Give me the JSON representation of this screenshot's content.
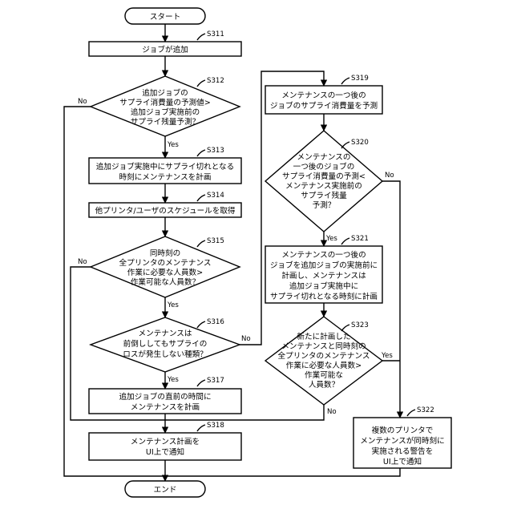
{
  "start": "スタート",
  "end": "エンド",
  "steps": {
    "s311": {
      "id": "S311",
      "lines": [
        "ジョブが追加"
      ]
    },
    "s312": {
      "id": "S312",
      "lines": [
        "追加ジョブの",
        "サプライ消費量の予測値>",
        "追加ジョブ実施前の",
        "サプライ残量予測？"
      ]
    },
    "s313": {
      "id": "S313",
      "lines": [
        "追加ジョブ実施中にサプライ切れとなる",
        "時刻にメンテナンスを計画"
      ]
    },
    "s314": {
      "id": "S314",
      "lines": [
        "他プリンタ/ユーザのスケジュールを取得"
      ]
    },
    "s315": {
      "id": "S315",
      "lines": [
        "同時刻の",
        "全プリンタのメンテナンス",
        "作業に必要な人員数>",
        "作業可能な人員数？"
      ]
    },
    "s316": {
      "id": "S316",
      "lines": [
        "メンテナンスは",
        "前倒ししてもサプライの",
        "ロスが発生しない種類？"
      ]
    },
    "s317": {
      "id": "S317",
      "lines": [
        "追加ジョブの直前の時間に",
        "メンテナンスを計画"
      ]
    },
    "s318": {
      "id": "S318",
      "lines": [
        "メンテナンス計画を",
        "UI上で通知"
      ]
    },
    "s319": {
      "id": "S319",
      "lines": [
        "メンテナンスの一つ後の",
        "ジョブのサプライ消費量を予測"
      ]
    },
    "s320": {
      "id": "S320",
      "lines": [
        "メンテナンスの",
        "一つ後のジョブの",
        "サプライ消費量の予測<",
        "メンテナンス実施前の",
        "サプライ残量",
        "予測？"
      ]
    },
    "s321": {
      "id": "S321",
      "lines": [
        "メンテナンスの一つ後の",
        "ジョブを追加ジョブの実施前に",
        "計画し、メンテナンスは",
        "追加ジョブ実施中に",
        "サプライ切れとなる時刻に計画"
      ]
    },
    "s322": {
      "id": "S322",
      "lines": [
        "複数のプリンタで",
        "メンテナンスが同時刻に",
        "実施される警告を",
        "UI上で通知"
      ]
    },
    "s323": {
      "id": "S323",
      "lines": [
        "新たに計画した",
        "メンテナンスと同時刻の",
        "全プリンタのメンテナンス",
        "作業に必要な人員数>",
        "作業可能な",
        "人員数？"
      ]
    }
  },
  "labels": {
    "yes": "Yes",
    "no": "No"
  }
}
